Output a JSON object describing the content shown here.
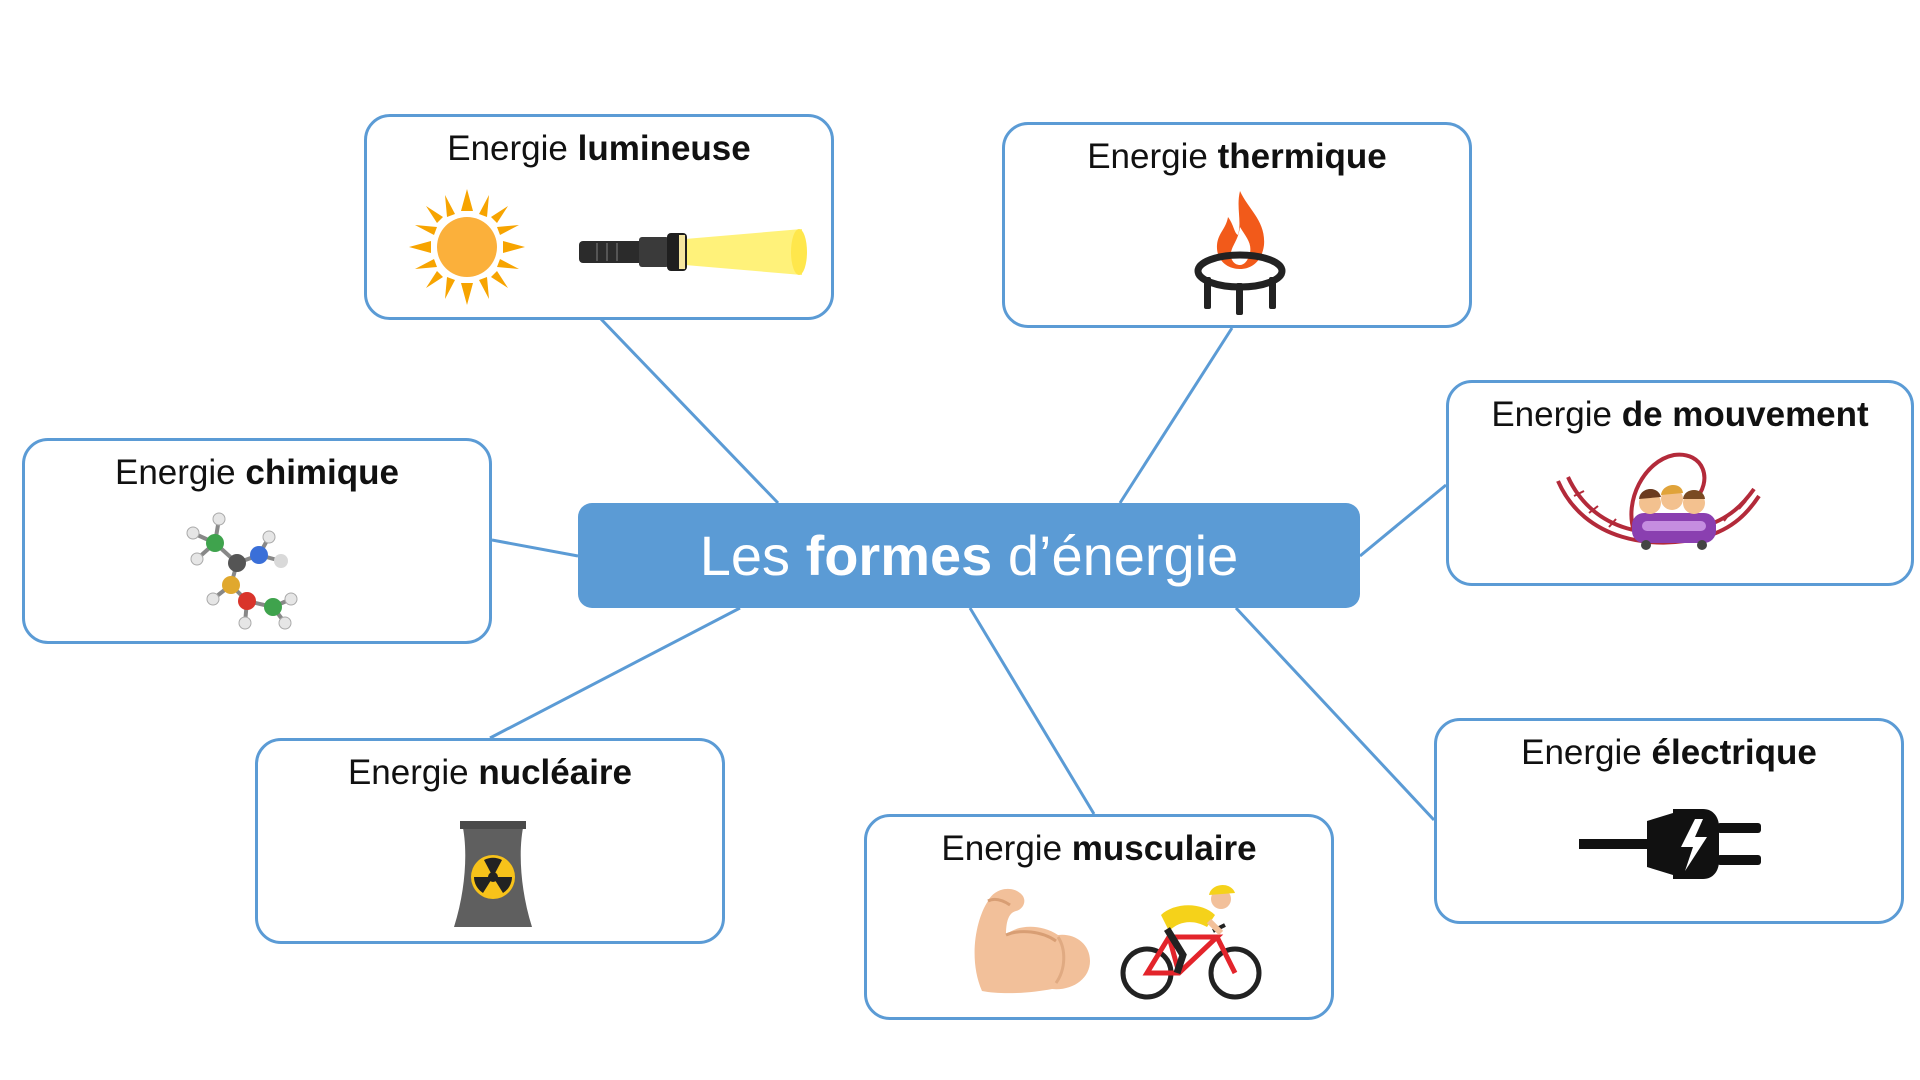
{
  "center": {
    "prefix": "Les ",
    "bold": "formes",
    "suffix": " d’énergie"
  },
  "nodes": {
    "lumineuse": {
      "prefix": "Energie ",
      "bold": "lumineuse",
      "icons": [
        "sun-icon",
        "flashlight-icon"
      ]
    },
    "thermique": {
      "prefix": "Energie ",
      "bold": "thermique",
      "icons": [
        "gas-burner-flame-icon"
      ]
    },
    "mouvement": {
      "prefix": "Energie ",
      "bold": "de mouvement",
      "icons": [
        "roller-coaster-icon"
      ]
    },
    "chimique": {
      "prefix": "Energie ",
      "bold": "chimique",
      "icons": [
        "molecule-icon"
      ]
    },
    "nucleaire": {
      "prefix": "Energie ",
      "bold": "nucléaire",
      "icons": [
        "nuclear-plant-icon"
      ]
    },
    "musculaire": {
      "prefix": "Energie ",
      "bold": "musculaire",
      "icons": [
        "flexed-arm-icon",
        "cyclist-icon"
      ]
    },
    "electrique": {
      "prefix": "Energie ",
      "bold": "électrique",
      "icons": [
        "electric-plug-icon"
      ]
    }
  },
  "colors": {
    "accent": "#5b9bd5",
    "line": "#5b9bd5",
    "text": "#111111"
  }
}
